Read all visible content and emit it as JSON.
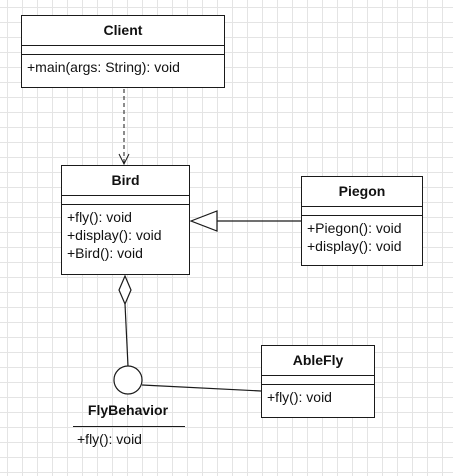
{
  "classes": {
    "client": {
      "name": "Client",
      "operations": [
        "+main(args: String): void"
      ]
    },
    "bird": {
      "name": "Bird",
      "operations": [
        "+fly(): void",
        "+display(): void",
        "+Bird(): void"
      ]
    },
    "piegon": {
      "name": "Piegon",
      "operations": [
        "+Piegon(): void",
        "+display(): void"
      ]
    },
    "ablefly": {
      "name": "AbleFly",
      "operations": [
        "+fly(): void"
      ]
    }
  },
  "interface": {
    "name": "FlyBehavior",
    "operations": [
      "+fly(): void"
    ]
  },
  "relationships": [
    {
      "from": "Client",
      "to": "Bird",
      "type": "dependency"
    },
    {
      "from": "Piegon",
      "to": "Bird",
      "type": "generalization"
    },
    {
      "from": "Bird",
      "to": "FlyBehavior",
      "type": "aggregation"
    },
    {
      "from": "AbleFly",
      "to": "FlyBehavior",
      "type": "realization"
    }
  ]
}
